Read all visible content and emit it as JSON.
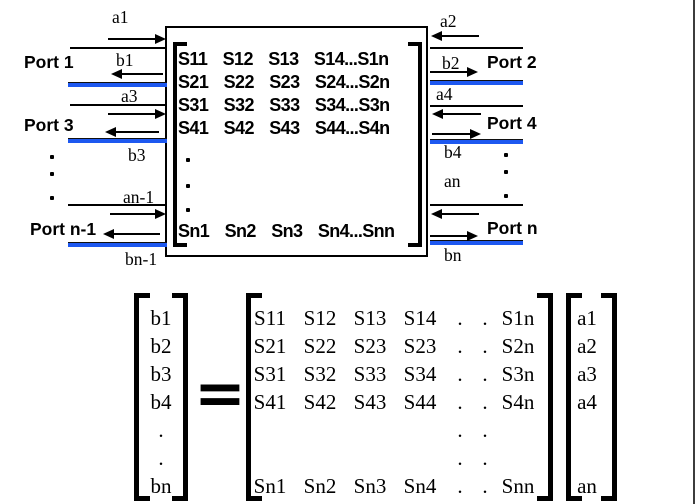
{
  "figure": {
    "description_title": "n-port network S-parameter diagram and matrix equation"
  },
  "colors": {
    "ink": "#000000",
    "line_blue": "#1d58f0",
    "frame_gray": "#3c3c3c"
  },
  "icons": {
    "arrow_right": "→",
    "arrow_left": "←",
    "vertical_ellipsis": "⋮"
  },
  "diagram": {
    "ports_left": [
      {
        "name": "Port 1",
        "a": "a1",
        "b": "b1"
      },
      {
        "name": "Port 3",
        "a": "a3",
        "b": "b3"
      },
      {
        "name": "Port n-1",
        "a": "an-1",
        "b": "bn-1"
      }
    ],
    "ports_right": [
      {
        "name": "Port 2",
        "a": "a2",
        "b": "b2"
      },
      {
        "name": "Port 4",
        "a": "a4",
        "b": "b4"
      },
      {
        "name": "Port n",
        "a": "an",
        "b": "bn"
      }
    ],
    "box_matrix_rows": [
      "S11 S12 S13 S14...S1n",
      "S21 S22 S23 S24...S2n",
      "S31 S32 S33 S34...S3n",
      "S41 S42 S43 S44...S4n",
      "Sn1 Sn2 Sn3 Sn4...Snn"
    ]
  },
  "equation": {
    "b_vector": [
      "b1",
      "b2",
      "b3",
      "b4",
      ".",
      ".",
      "bn"
    ],
    "equals": "=",
    "s_matrix_rows": [
      [
        "S11",
        "S12",
        "S13",
        "S14",
        ".",
        ".",
        "S1n"
      ],
      [
        "S21",
        "S22",
        "S23",
        "S23",
        ".",
        ".",
        "S2n"
      ],
      [
        "S31",
        "S32",
        "S33",
        "S34",
        ".",
        ".",
        "S3n"
      ],
      [
        "S41",
        "S42",
        "S43",
        "S44",
        ".",
        ".",
        "S4n"
      ],
      [
        "",
        "",
        "",
        "",
        ".",
        ".",
        ""
      ],
      [
        "",
        "",
        "",
        "",
        ".",
        ".",
        ""
      ],
      [
        "Sn1",
        "Sn2",
        "Sn3",
        "Sn4",
        ".",
        ".",
        "Snn"
      ]
    ],
    "a_vector": [
      "a1",
      "a2",
      "a3",
      "a4",
      "",
      "",
      "an"
    ]
  }
}
